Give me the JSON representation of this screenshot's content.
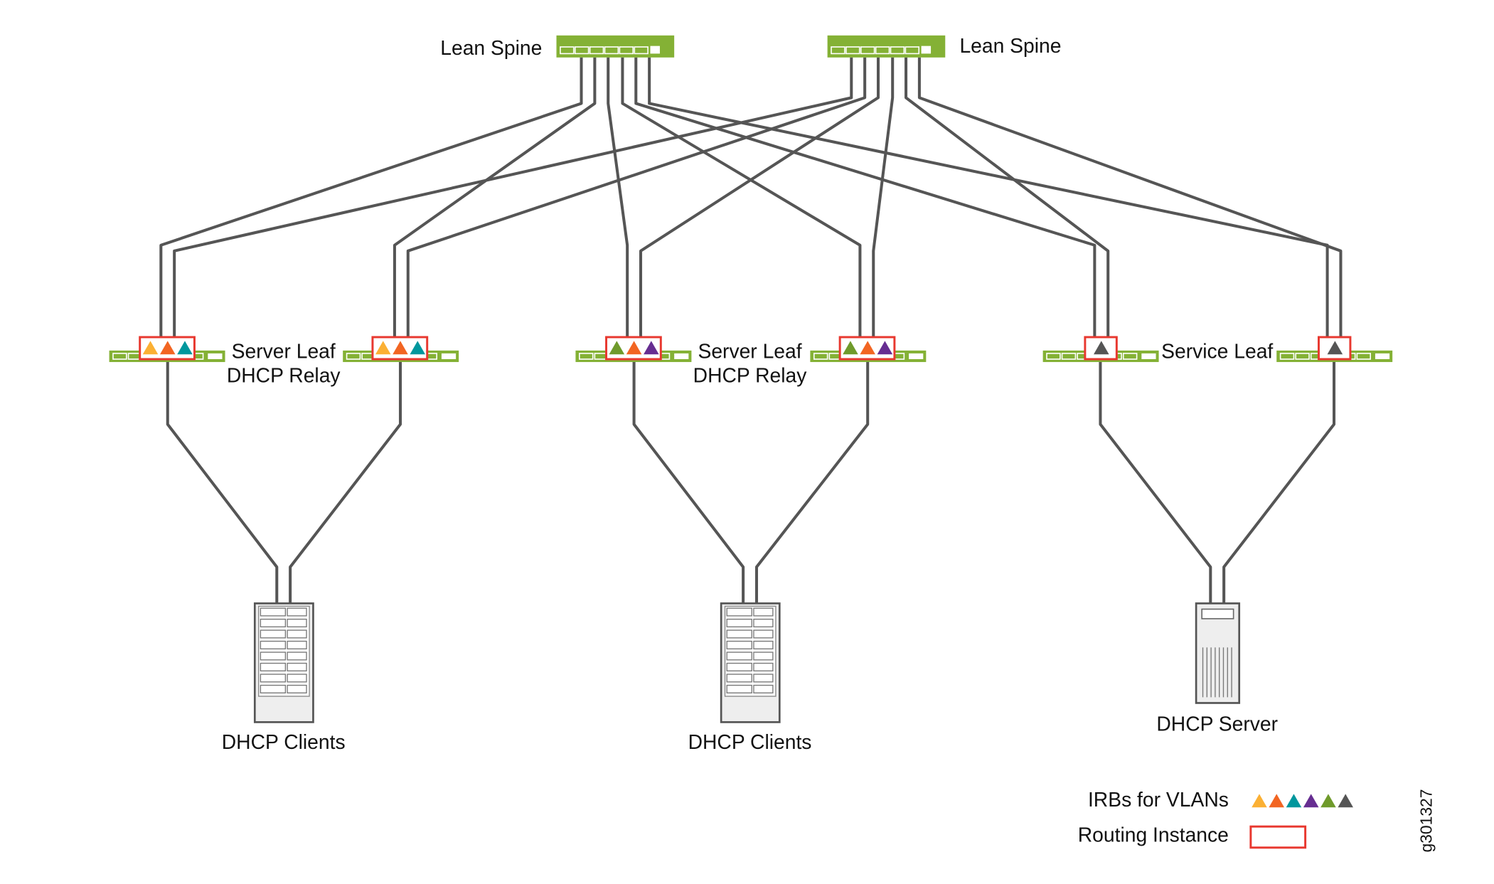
{
  "colors": {
    "switch": "#84b135",
    "link": "#555555",
    "routing_instance": "#e8382f",
    "irb": {
      "yellow": "#fbb034",
      "orange": "#f26522",
      "teal": "#00979d",
      "purple": "#662d91",
      "green": "#6f9a2b",
      "gray": "#555555"
    }
  },
  "spines": [
    {
      "label": "Lean Spine"
    },
    {
      "label": "Lean Spine"
    }
  ],
  "leaf_groups": [
    {
      "label_line1": "Server Leaf",
      "label_line2": "DHCP Relay",
      "irbs": [
        "yellow",
        "orange",
        "teal"
      ]
    },
    {
      "label_line1": "Server Leaf",
      "label_line2": "DHCP Relay",
      "irbs": [
        "green",
        "orange",
        "purple"
      ]
    },
    {
      "label_line1": "Service Leaf",
      "label_line2": "",
      "irbs": [
        "gray"
      ]
    }
  ],
  "endpoints": [
    {
      "label": "DHCP Clients",
      "icon": "server-rack-icon"
    },
    {
      "label": "DHCP Clients",
      "icon": "server-rack-icon"
    },
    {
      "label": "DHCP Server",
      "icon": "server-tower-icon"
    }
  ],
  "legend": {
    "irb_label": "IRBs for VLANs",
    "irb_colors": [
      "yellow",
      "orange",
      "teal",
      "purple",
      "green",
      "gray"
    ],
    "routing_label": "Routing Instance"
  },
  "figure_id": "g301327"
}
